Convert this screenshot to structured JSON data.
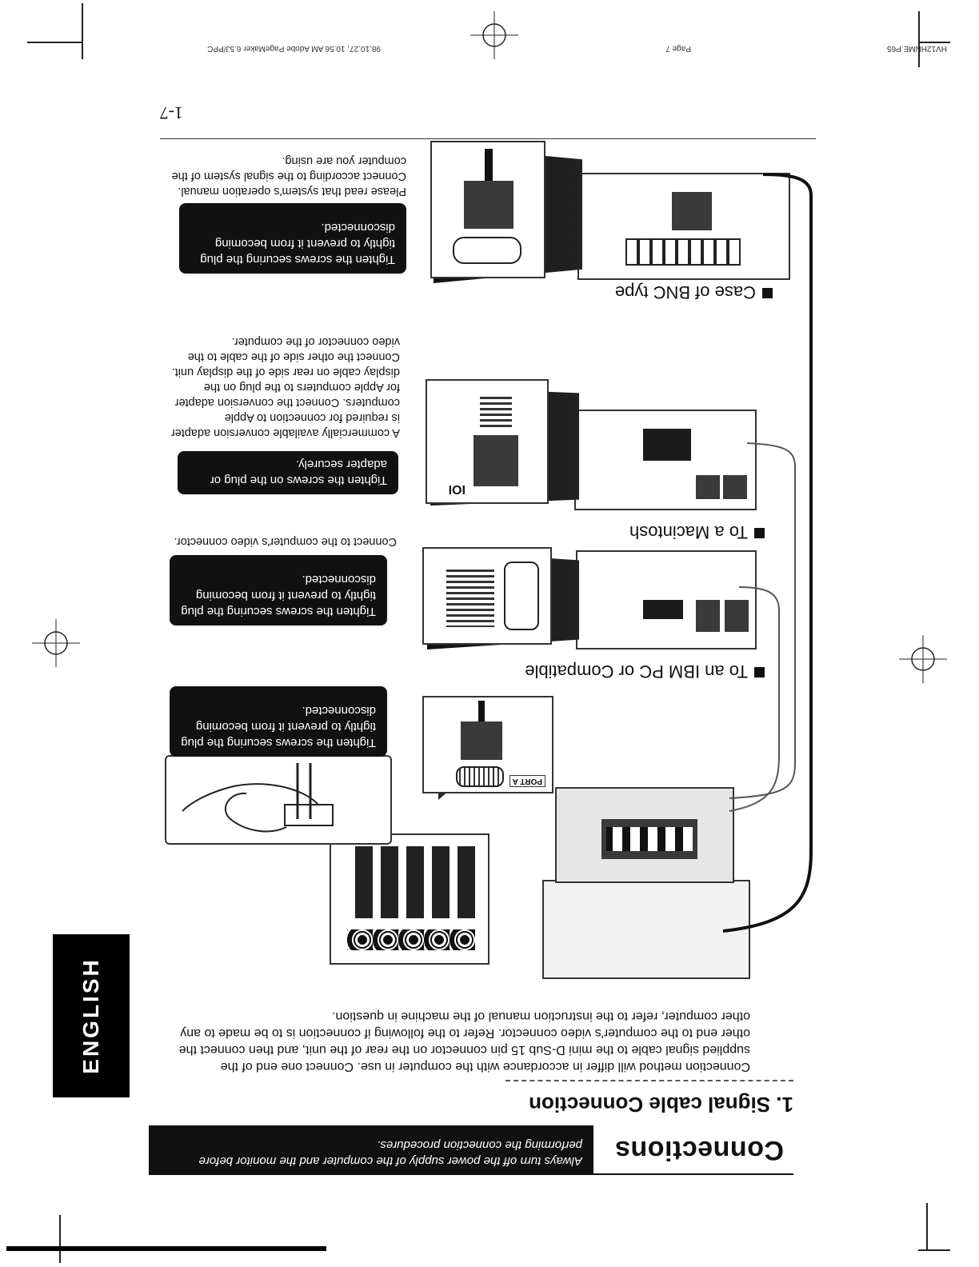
{
  "meta": {
    "filename": "HV12HNME.P65",
    "page_label": "Page 7",
    "timestamp": "98.10.27, 10:56 AM  Adobe PageMaker 6.5J/PPC"
  },
  "header": {
    "title": "Connections",
    "warning": "Always turn off the power supply of the computer and the monitor before performing the connection procedures."
  },
  "language_tab": "ENGLISH",
  "section": {
    "title": "1. Signal cable Connection",
    "intro": "Connection method will differ in accordance with the computer in use. Connect one end of the supplied signal cable to the mini D-Sub 15 pin connector on the rear of the unit, and then connect the other end to the computer's video connector. Refer to the following if connection is to be made to any other computer, refer to the instruction manual of the machine in question."
  },
  "callouts": {
    "screws_1": "Tighten the screws securing the plug tightly to prevent it from becoming disconnected.",
    "screws_ibm": "Tighten the screws securing the plug tightly to prevent it from becoming disconnected.",
    "screws_mac": "Tighten the screws on the plug or adapter securely.",
    "screws_bnc": "Tighten the screws securing the plug tightly to prevent it from becoming disconnected."
  },
  "subsections": {
    "ibm": {
      "heading": "To an IBM PC or Compatible",
      "note": "Connect to the computer's video connector."
    },
    "mac": {
      "heading": "To a Macintosh",
      "note": "A commercially available conversion adapter is required for connection to Apple computers. Connect the conversion adapter for Apple computers to the plug on the display cable on rear side of the display unit. Connect the other side of the cable to the video connector of the computer."
    },
    "bnc": {
      "heading": "Case of BNC type",
      "note": "Please read that system's operation manual. Connect according to the signal system of the computer you are using."
    }
  },
  "diagram_labels": {
    "port_label": "PORT A",
    "mac_icon": "IOI"
  },
  "page_number": "1-7"
}
